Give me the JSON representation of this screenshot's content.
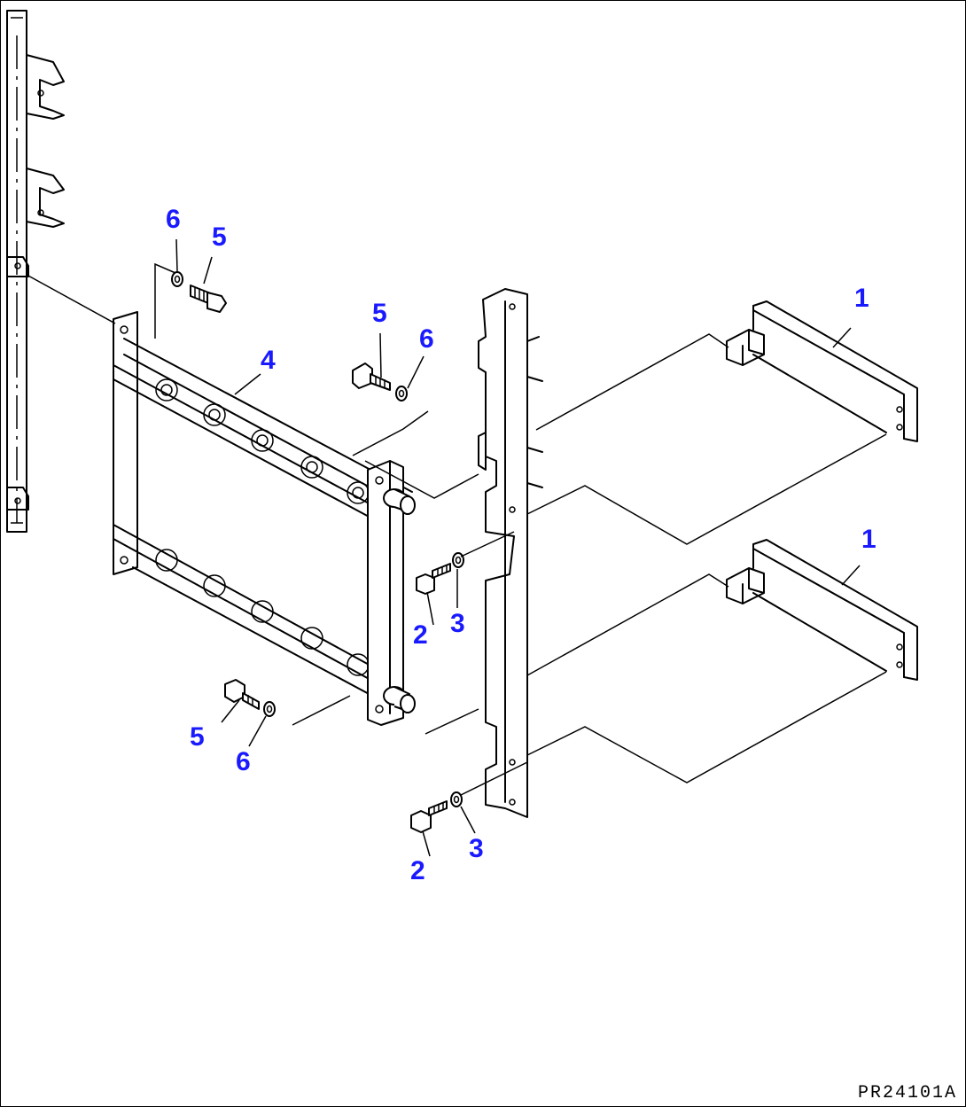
{
  "diagram": {
    "drawing_code": "PR24101A",
    "line_color": "#000000",
    "callout_color": "#1a1aff",
    "callouts": [
      {
        "id": "c1a",
        "label": "1"
      },
      {
        "id": "c1b",
        "label": "1"
      },
      {
        "id": "c2a",
        "label": "2"
      },
      {
        "id": "c2b",
        "label": "2"
      },
      {
        "id": "c3a",
        "label": "3"
      },
      {
        "id": "c3b",
        "label": "3"
      },
      {
        "id": "c4",
        "label": "4"
      },
      {
        "id": "c5a",
        "label": "5"
      },
      {
        "id": "c5b",
        "label": "5"
      },
      {
        "id": "c5c",
        "label": "5"
      },
      {
        "id": "c6a",
        "label": "6"
      },
      {
        "id": "c6b",
        "label": "6"
      },
      {
        "id": "c6c",
        "label": "6"
      }
    ]
  }
}
